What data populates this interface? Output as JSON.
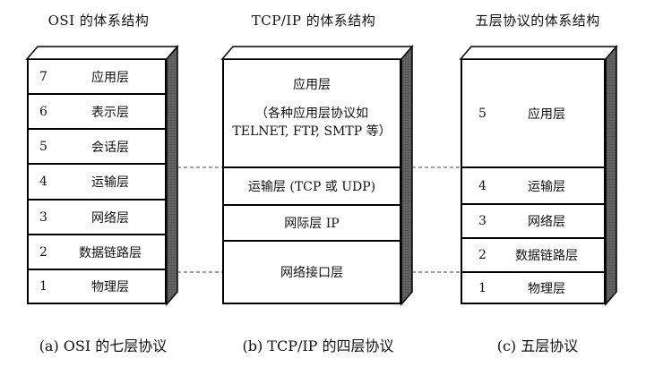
{
  "columns": [
    {
      "title": "OSI 的体系结构",
      "caption": "(a) OSI 的七层协议",
      "layers": [
        {
          "num": "7",
          "name": "应用层"
        },
        {
          "num": "6",
          "name": "表示层"
        },
        {
          "num": "5",
          "name": "会话层"
        },
        {
          "num": "4",
          "name": "运输层"
        },
        {
          "num": "3",
          "name": "网络层"
        },
        {
          "num": "2",
          "name": "数据链路层"
        },
        {
          "num": "1",
          "name": "物理层"
        }
      ]
    },
    {
      "title": "TCP/IP 的体系结构",
      "caption": "(b) TCP/IP 的四层协议",
      "layers": [
        {
          "name": "应用层",
          "note_line1": "（各种应用层协议如",
          "note_line2": "TELNET, FTP, SMTP 等）"
        },
        {
          "name": "运输层 (TCP 或 UDP)"
        },
        {
          "name": "网际层 IP"
        },
        {
          "name": "网络接口层"
        }
      ]
    },
    {
      "title": "五层协议的体系结构",
      "caption": "(c)  五层协议",
      "layers": [
        {
          "num": "5",
          "name": "应用层"
        },
        {
          "num": "4",
          "name": "运输层"
        },
        {
          "num": "3",
          "name": "网络层"
        },
        {
          "num": "2",
          "name": "数据链路层"
        },
        {
          "num": "1",
          "name": "物理层"
        }
      ]
    }
  ]
}
